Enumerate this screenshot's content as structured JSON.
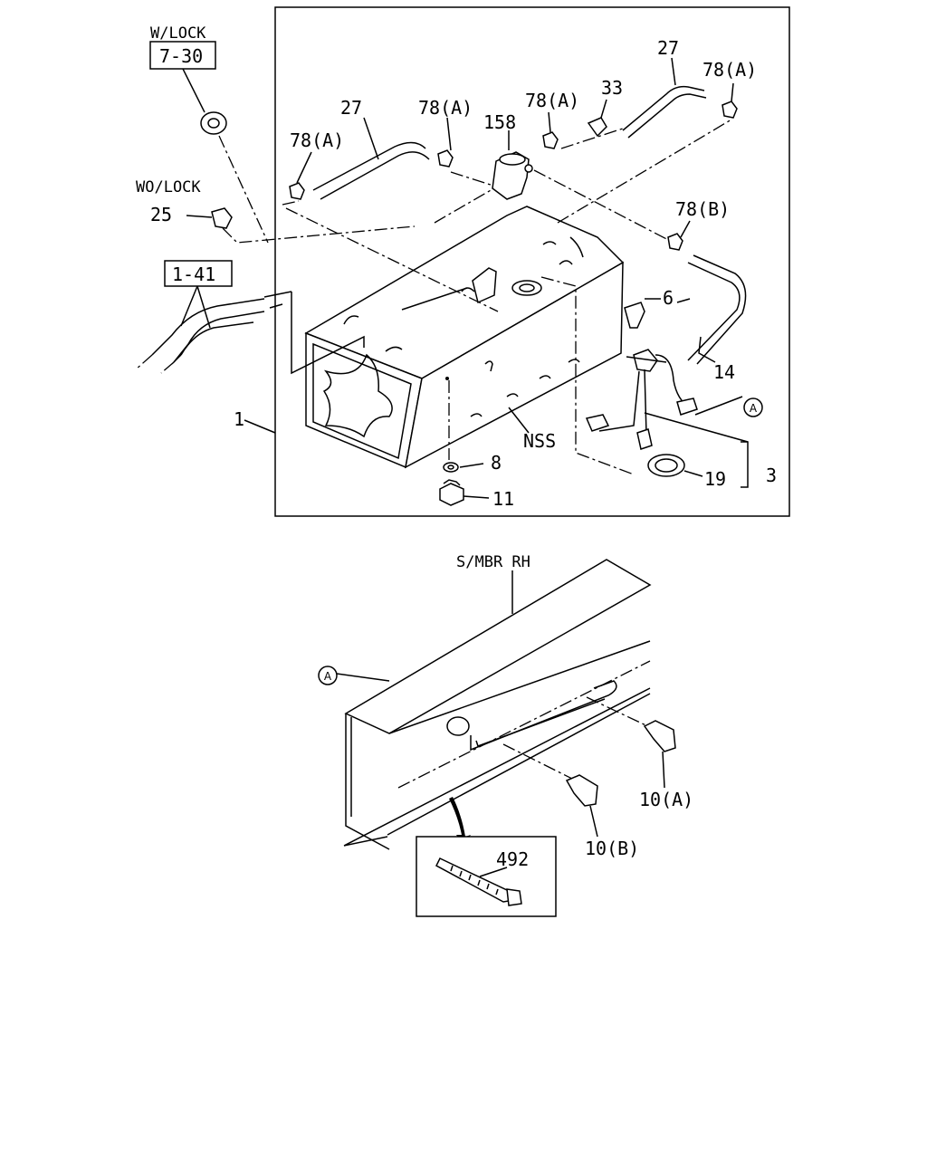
{
  "labels": {
    "w_lock": "W/LOCK",
    "ref_7_30": "7-30",
    "wo_lock": "WO/LOCK",
    "p25": "25",
    "ref_1_41": "1-41",
    "p1": "1",
    "p27_left": "27",
    "p27_right": "27",
    "p78a_1": "78(A)",
    "p78a_2": "78(A)",
    "p78a_3": "78(A)",
    "p78a_4": "78(A)",
    "p78b": "78(B)",
    "p158": "158",
    "p33": "33",
    "p6": "6",
    "p14": "14",
    "ref_a_top": "A",
    "nss": "NSS",
    "p3": "3",
    "p19": "19",
    "p8": "8",
    "p11": "11",
    "smbr": "S/MBR RH",
    "ref_a_bottom": "A",
    "p10a": "10(A)",
    "p10b": "10(B)",
    "p492": "492"
  }
}
